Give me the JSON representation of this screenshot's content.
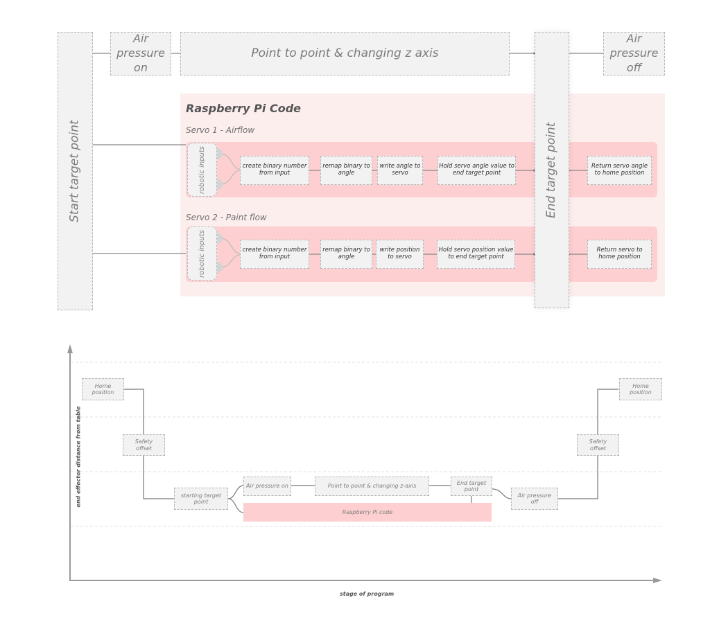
{
  "top_flow": {
    "start_target": "Start target point",
    "air_on": "Air pressure on",
    "point_to_point": "Point to point & changing z axis",
    "end_target": "End target point",
    "air_off": "Air pressure off"
  },
  "rpi": {
    "title": "Raspberry Pi Code",
    "servo1": {
      "label": "Servo 1 - Airflow",
      "inputs": "robotic inputs",
      "steps": [
        "create binary number from input",
        "remap binary to angle",
        "write angle to servo",
        "Hold servo angle value to end target point"
      ],
      "return": "Return servo angle to home position"
    },
    "servo2": {
      "label": "Servo 2 - Paint flow",
      "inputs": "robotic inputs",
      "steps": [
        "create binary number from input",
        "remap binary to angle",
        "write position to servo",
        "Hold servo position value to end target point"
      ],
      "return": "Return servo to home position"
    }
  },
  "profile": {
    "ylabel": "end effector distance from table",
    "xlabel": "stage of program",
    "nodes": {
      "home_left": "Home position",
      "safety_left": "Safety offset",
      "start_target": "starting target point",
      "air_on": "Air pressure on",
      "p2p": "Point to point & changing z-axis",
      "end_target": "End target point",
      "rpi_code": "Raspberry Pi code",
      "air_off": "Air pressure off",
      "safety_right": "Safety offset",
      "home_right": "Home position"
    }
  },
  "colors": {
    "pink_light": "#fdeeee",
    "pink_band": "#fdcfd0",
    "box_fill": "#f2f2f2",
    "line": "#777777"
  }
}
